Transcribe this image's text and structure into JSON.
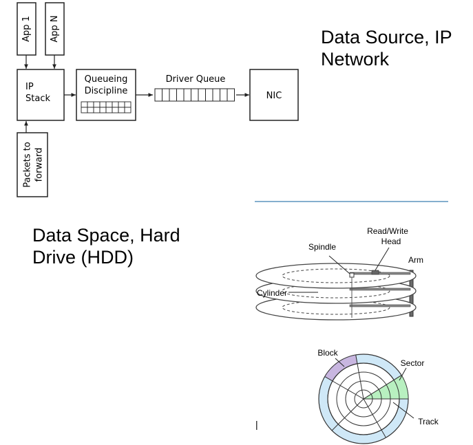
{
  "network_diagram": {
    "app1": "App 1",
    "appn": "App N",
    "ip_stack": [
      "IP",
      "Stack"
    ],
    "queueing_discipline": [
      "Queueing",
      "Discipline"
    ],
    "driver_queue": "Driver Queue",
    "nic": "NIC",
    "packets_to_forward": [
      "Packets to",
      "forward"
    ]
  },
  "headings": {
    "network": [
      "Data Source, IP",
      "Network"
    ],
    "hdd": [
      "Data Space, Hard",
      "Drive (HDD)"
    ]
  },
  "hdd_diagram": {
    "read_write_head": [
      "Read/Write",
      "Head"
    ],
    "spindle": "Spindle",
    "arm": "Arm",
    "cylinder": "Cylinder"
  },
  "disk_diagram": {
    "block": "Block",
    "sector": "Sector",
    "track": "Track",
    "block_color": "#c8b6e0",
    "sector_color": "#b8f0c0",
    "ring_color": "#cfe8f7"
  },
  "stray_mark": "|"
}
